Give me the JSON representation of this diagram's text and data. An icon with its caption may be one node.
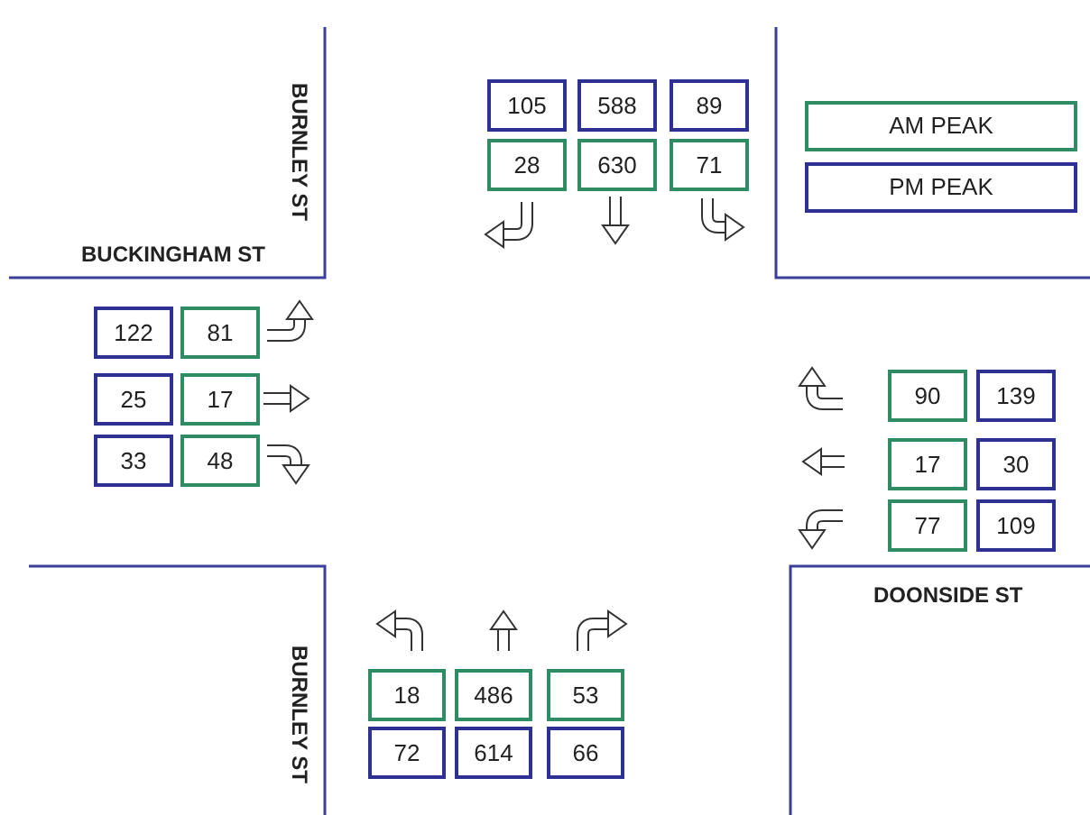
{
  "diagram": {
    "nodes": [
      {
        "text": [
          "105"
        ]
      },
      {
        "text": [
          "588"
        ]
      },
      {
        "text": [
          "89"
        ]
      },
      {
        "text": [
          "28"
        ]
      },
      {
        "text": [
          "630"
        ]
      },
      {
        "text": [
          "71"
        ]
      },
      {
        "text": [
          "122"
        ]
      },
      {
        "text": [
          "81"
        ]
      },
      {
        "text": [
          "90"
        ]
      },
      {
        "text": [
          "139"
        ]
      },
      {
        "text": [
          "25"
        ]
      },
      {
        "text": [
          "17"
        ]
      },
      {
        "text": [
          "17"
        ]
      },
      {
        "text": [
          "30"
        ]
      },
      {
        "text": [
          "33"
        ]
      },
      {
        "text": [
          "48"
        ]
      },
      {
        "text": [
          "77"
        ]
      },
      {
        "text": [
          "109"
        ]
      },
      {
        "text": [
          "18"
        ]
      },
      {
        "text": [
          "486"
        ]
      },
      {
        "text": [
          "53"
        ]
      },
      {
        "text": [
          "72"
        ]
      },
      {
        "text": [
          "614"
        ]
      },
      {
        "text": [
          "66"
        ]
      }
    ],
    "labels": [
      "BURNLEY ST",
      "BUCKINGHAM ST",
      "DOONSIDE ST",
      "BURNLEY ST"
    ],
    "legend": [
      {
        "text": "AM PEAK",
        "color": "#2e8b63"
      },
      {
        "text": "PM PEAK",
        "color": "#2e3192"
      }
    ]
  }
}
